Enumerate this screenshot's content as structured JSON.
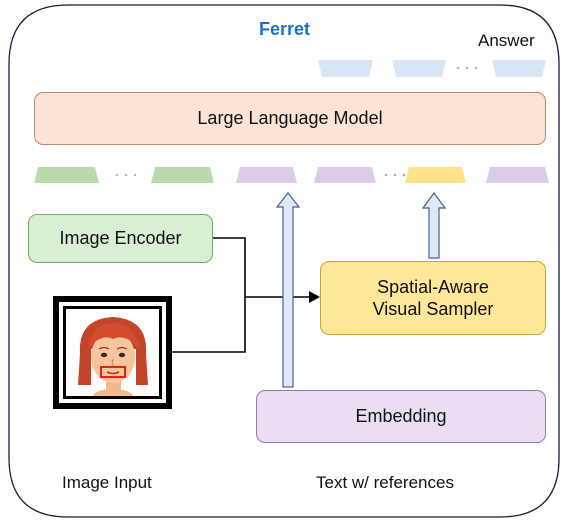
{
  "diagram": {
    "title": "Ferret",
    "answer_label": "Answer",
    "llm_label": "Large Language Model",
    "encoder_label": "Image Encoder",
    "sampler_label_line1": "Spatial-Aware",
    "sampler_label_line2": "Visual Sampler",
    "embedding_label": "Embedding",
    "image_input_label": "Image Input",
    "text_label": "Text w/ references",
    "colors": {
      "title": "#1d72c8",
      "token_answer": "#dae4f3",
      "token_image": "#b8dba9",
      "token_text": "#dccbe9",
      "token_region": "#ffe28a",
      "arrow_fill": "#dfe8f5",
      "arrow_stroke": "#4a5f8c"
    }
  }
}
